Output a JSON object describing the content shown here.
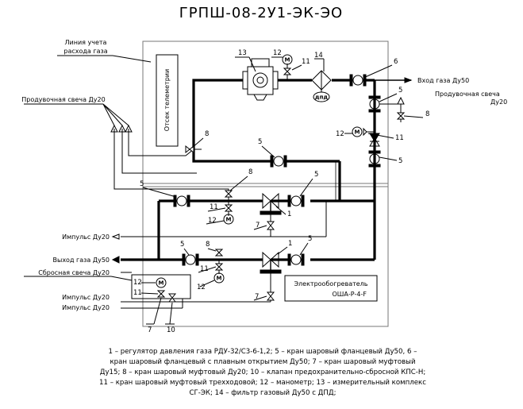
{
  "title": "ГРПШ-08-2У1-ЭК-ЭО",
  "labels": {
    "meter_line_1": "Линия учета",
    "meter_line_2": "расхода газа",
    "telemetry": "Отсек телеметрии",
    "purge_left": "Продувочная свеча Ду20",
    "purge_right_1": "Продувочная свеча",
    "purge_right_2": "Ду20",
    "gas_inlet": "Вход газа Ду50",
    "impulse_1": "Импульс Ду20",
    "gas_outlet": "Выход газа Ду50",
    "relief_candle": "Сбросная свеча Ду20",
    "impulse_2": "Импульс Ду20",
    "impulse_3": "Импульс Ду20",
    "heater_1": "Электрообогреватель",
    "heater_2": "ОША-Р-4-F",
    "manometer_symbol": "М",
    "filter_gauge_symbol": "дпд"
  },
  "callouts": {
    "c13": "13",
    "c12a": "12",
    "c11a": "11",
    "c14": "14",
    "c6": "6",
    "c5a": "5",
    "c8a": "8",
    "c12b": "12",
    "c11b": "11",
    "c5b": "5",
    "c8b": "8",
    "c5c": "5",
    "c5d": "5",
    "c8c": "8",
    "c5e": "5",
    "c11c": "11",
    "c12c": "12",
    "c1a": "1",
    "c7a": "7",
    "c5f": "5",
    "c8d": "8",
    "c1b": "1",
    "c5g": "5",
    "c11d": "11",
    "c12d": "12",
    "c12e": "12",
    "c11e": "11",
    "c7b": "7",
    "c7c": "7",
    "c10": "10"
  },
  "legend": "1 – регулятор давления газа РДУ-32/С3-6-1,2; 5 – кран шаровый фланцевый Ду50, 6 – кран шаровый фланцевый с плавным открытием Ду50; 7 – кран шаровый муфтовый Ду15; 8 – кран шаровый муфтовый Ду20; 10 – клапан предохранительно-сбросной КПС-Н; 11 – кран шаровый муфтовый трехходовой; 12 – манометр; 13 – измерительный комплекс СГ-ЭК; 14 – фильтр газовый Ду50 с ДПД;"
}
